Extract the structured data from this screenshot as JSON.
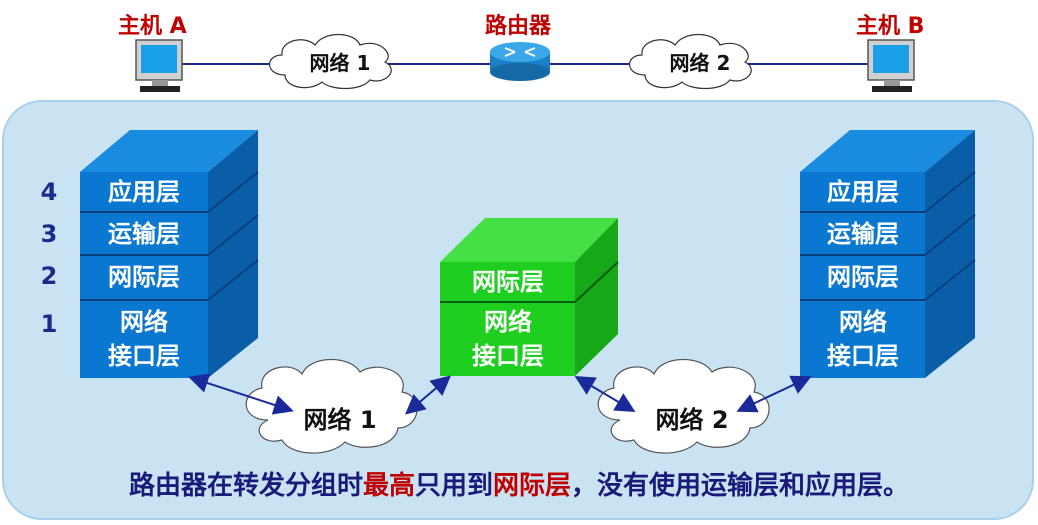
{
  "top": {
    "host_a": "主机 A",
    "host_b": "主机 B",
    "router": "路由器",
    "net1": "网络 1",
    "net2": "网络 2"
  },
  "layer_numbers": [
    "4",
    "3",
    "2",
    "1"
  ],
  "host_a_stack": {
    "application": "应用层",
    "transport": "运输层",
    "internet": "网际层",
    "netif_line1": "网络",
    "netif_line2": "接口层"
  },
  "router_stack": {
    "internet": "网际层",
    "netif_line1": "网络",
    "netif_line2": "接口层"
  },
  "host_b_stack": {
    "application": "应用层",
    "transport": "运输层",
    "internet": "网际层",
    "netif_line1": "网络",
    "netif_line2": "接口层"
  },
  "bottom_clouds": {
    "net1": "网络 1",
    "net2": "网络 2"
  },
  "caption": {
    "part1": "路由器在转发分组时",
    "part2": "最高",
    "part3": "只用到",
    "part4": "网际层",
    "part5": "，没有使用运输层和应用层。"
  },
  "colors": {
    "host_stack": "#0a78d0",
    "router_stack": "#1fcf1f",
    "highlight": "#c00000",
    "caption": "#1a1a7a"
  }
}
